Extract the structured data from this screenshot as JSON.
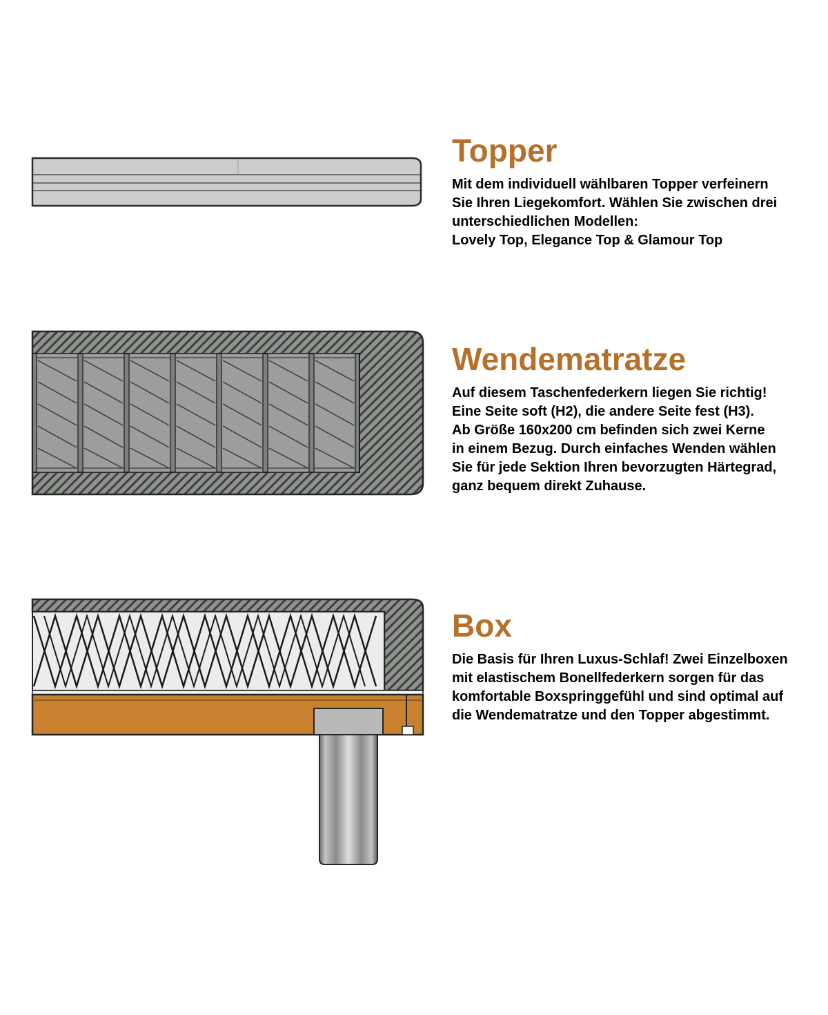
{
  "sections": {
    "topper": {
      "heading": "Topper",
      "description": "Mit dem individuell wählbaren Topper verfeinern\nSie Ihren Liegekomfort. Wählen Sie zwischen drei\nunterschiedlichen Modellen:\nLovely Top, Elegance Top & Glamour Top"
    },
    "wendematratze": {
      "heading": "Wendematratze",
      "description": "Auf diesem Taschenfederkern liegen Sie richtig!\nEine Seite soft (H2), die andere Seite fest (H3).\nAb Größe 160x200 cm befinden sich zwei Kerne\nin einem Bezug. Durch einfaches Wenden wählen\nSie für jede Sektion Ihren bevorzugten Härtegrad,\nganz bequem direkt Zuhause."
    },
    "box": {
      "heading": "Box",
      "description": "Die Basis für Ihren Luxus-Schlaf! Zwei Einzelboxen\nmit elastischem Bonellfederkern sorgen für das\nkomfortable Boxspringgefühl und sind optimal auf\ndie Wendematratze und den Topper abgestimmt."
    }
  },
  "illustrations": {
    "topper": "topper-cross-section",
    "wendematratze": "pocket-spring-mattress-cross-section",
    "box": "bonell-spring-box-with-leg-cross-section",
    "pocket_spring_count": 7
  },
  "colors": {
    "heading": "#b5702b",
    "body_text": "#000000",
    "topper_slab": "#cdcdcd",
    "hatch_gray": "#8e938e",
    "spring_gray": "#9d9d9d",
    "wood": "#c8822f",
    "leg_metal": "#8a8a8a"
  }
}
